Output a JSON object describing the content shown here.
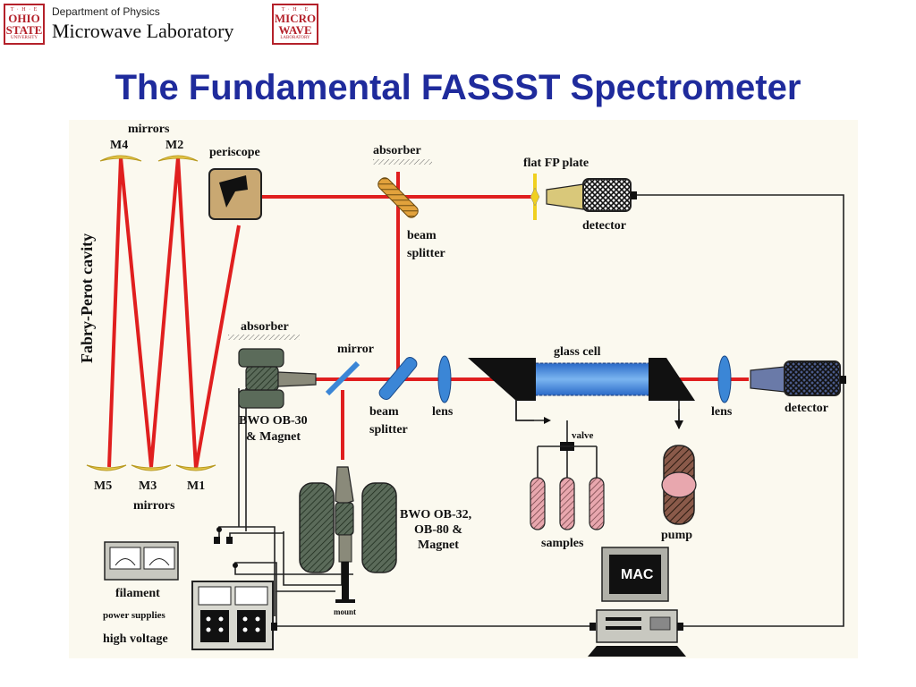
{
  "header": {
    "department": "Department of Physics",
    "lab_name": "Microwave Laboratory",
    "osu_logo": {
      "top": "T · H · E",
      "line1": "OHIO",
      "line2": "STATE",
      "bottom": "UNIVERSITY"
    },
    "micro_logo": {
      "top": "T · H · E",
      "line1": "MICRO",
      "line2": "WAVE",
      "bottom": "LABORATORY"
    }
  },
  "slide": {
    "title": "The Fundamental FASSST Spectrometer"
  },
  "diagram": {
    "colors": {
      "beam": "#e01f1f",
      "glass_cell": "#3a7fd6",
      "mirror": "#e8c84a",
      "absorber": "#e2a23c",
      "lens": "#3b86d6",
      "flat_plate": "#f0d020"
    },
    "labels": {
      "mirrors_top": "mirrors",
      "m4": "M4",
      "m2": "M2",
      "periscope": "periscope",
      "absorber_top": "absorber",
      "flat_fp_plate": "flat FP plate",
      "detector_top": "detector",
      "beam_splitter_top_1": "beam",
      "beam_splitter_top_2": "splitter",
      "fabry_perot": "Fabry-Perot cavity",
      "absorber_left": "absorber",
      "mirror_mid": "mirror",
      "glass_cell": "glass cell",
      "bwo30_1": "BWO OB-30",
      "bwo30_2": "& Magnet",
      "beam_splitter_bottom_1": "beam",
      "beam_splitter_bottom_2": "splitter",
      "lens_left": "lens",
      "lens_right": "lens",
      "detector_right": "detector",
      "valve": "valve",
      "m5": "M5",
      "m3": "M3",
      "m1": "M1",
      "mirrors_bottom": "mirrors",
      "bwo32_1": "BWO OB-32,",
      "bwo32_2": "OB-80 &",
      "bwo32_3": "Magnet",
      "samples": "samples",
      "pump": "pump",
      "filament": "filament",
      "power_supplies": "power supplies",
      "high_voltage": "high voltage",
      "mount": "mount",
      "mac": "MAC"
    }
  }
}
